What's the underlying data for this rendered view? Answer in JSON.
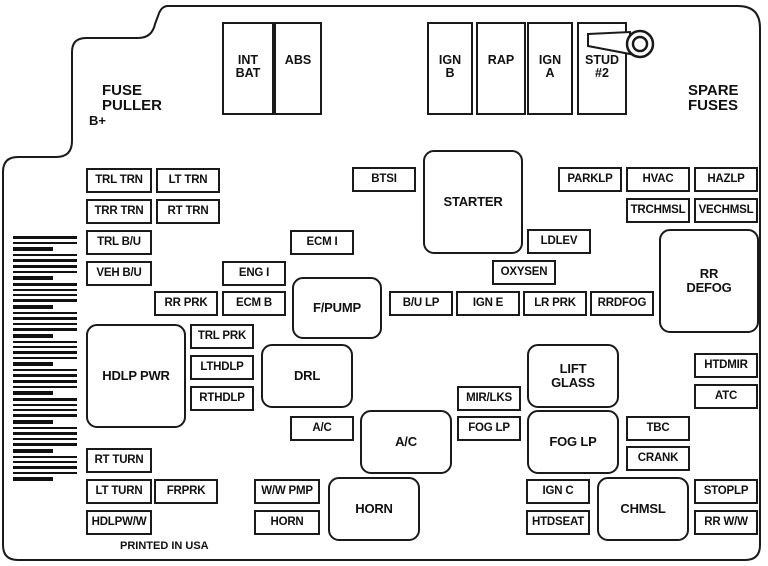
{
  "labels": {
    "fuse_puller": "FUSE\nPULLER",
    "b_plus": "B+",
    "spare_fuses": "SPARE\nFUSES",
    "printed": "PRINTED IN USA"
  },
  "relays_top": {
    "int_bat": "INT\nBAT",
    "abs": "ABS",
    "ign_b": "IGN\nB",
    "rap": "RAP",
    "ign_a": "IGN\nA",
    "stud2": "STUD\n#2"
  },
  "fuses": {
    "trl_trn": "TRL TRN",
    "lt_trn": "LT TRN",
    "trr_trn": "TRR TRN",
    "rt_trn": "RT TRN",
    "trl_bu": "TRL B/U",
    "veh_bu": "VEH B/U",
    "btsi": "BTSI",
    "ecm_i": "ECM I",
    "eng_i": "ENG I",
    "rr_prk": "RR PRK",
    "ecm_b": "ECM B",
    "parklp": "PARKLP",
    "hvac": "HVAC",
    "hazlp": "HAZLP",
    "trchmsl": "TRCHMSL",
    "vechmsl": "VECHMSL",
    "ldlev": "LDLEV",
    "oxysen": "OXYSEN",
    "bu_lp": "B/U LP",
    "ign_e": "IGN E",
    "lr_prk": "LR PRK",
    "rrdfog": "RRDFOG",
    "trl_prk": "TRL PRK",
    "lthdlp": "LTHDLP",
    "rthdlp": "RTHDLP",
    "mir_lks": "MIR/LKS",
    "fog_lp_fuse": "FOG LP",
    "htdmir": "HTDMIR",
    "atc": "ATC",
    "ac_fuse": "A/C",
    "tbc": "TBC",
    "crank": "CRANK",
    "rt_turn": "RT TURN",
    "lt_turn": "LT TURN",
    "frprk": "FRPRK",
    "hdlpww": "HDLPW/W",
    "ww_pmp": "W/W PMP",
    "horn_fuse": "HORN",
    "ign_c": "IGN C",
    "htdseat": "HTDSEAT",
    "stoplp": "STOPLP",
    "rr_ww": "RR W/W"
  },
  "relays": {
    "starter": "STARTER",
    "rr_defog": "RR\nDEFOG",
    "fpump": "F/PUMP",
    "hdlp_pwr": "HDLP PWR",
    "drl": "DRL",
    "lift_glass": "LIFT\nGLASS",
    "fog_lp": "FOG LP",
    "ac": "A/C",
    "horn": "HORN",
    "chmsl": "CHMSL"
  }
}
